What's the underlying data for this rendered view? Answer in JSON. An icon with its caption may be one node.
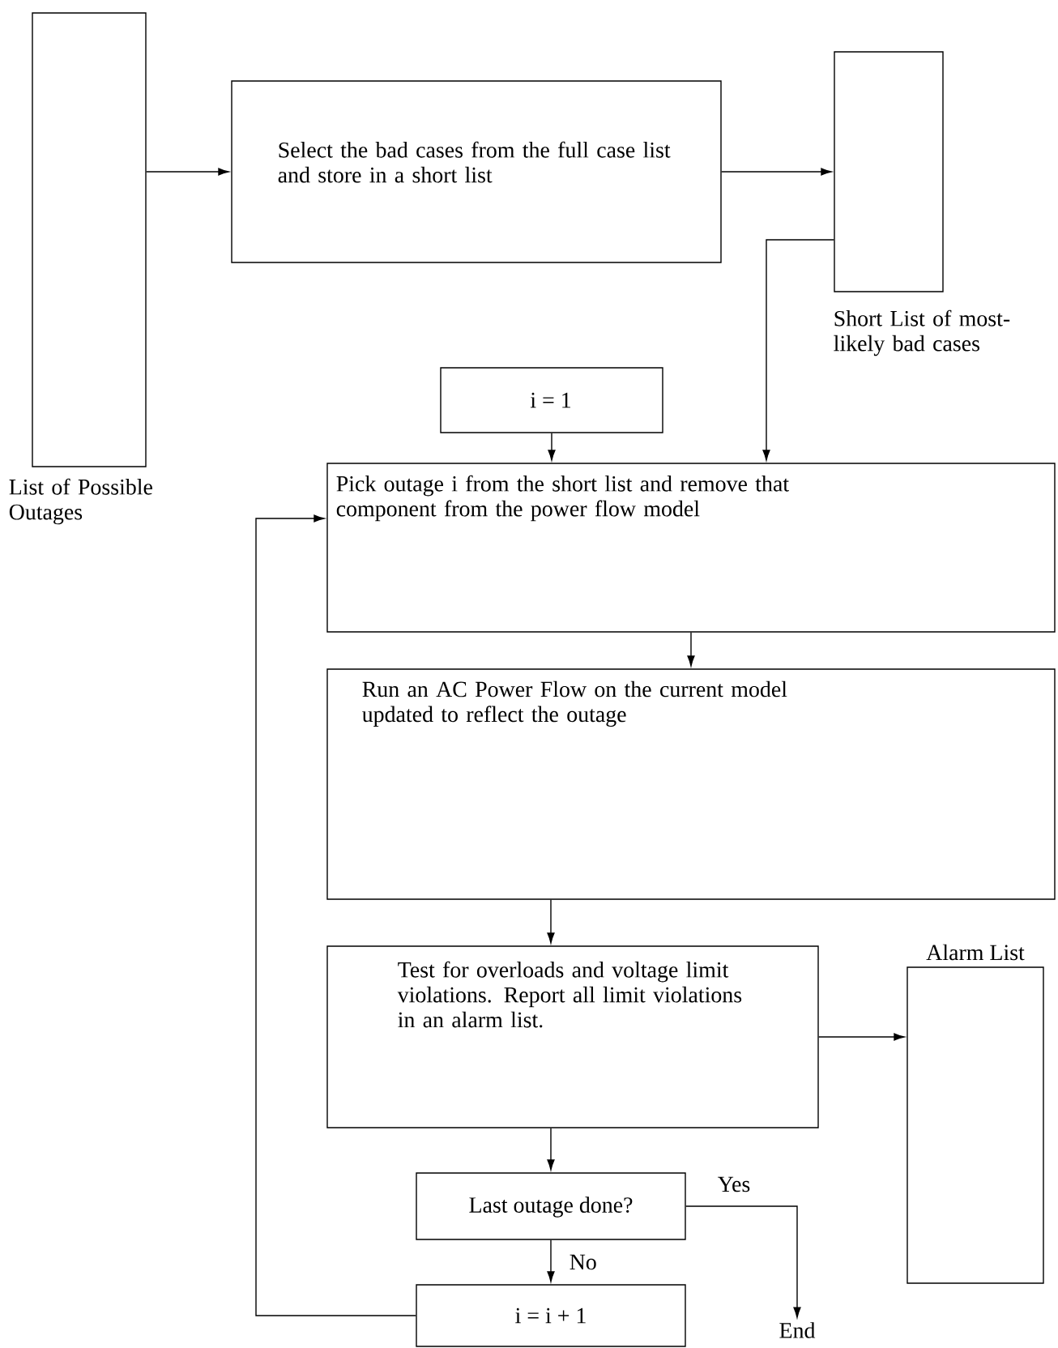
{
  "diagram": {
    "nodes": [
      {
        "text": [
          "List of Possible Outages"
        ]
      },
      {
        "text": [
          "Select the bad cases from the full case list and store in a short list"
        ]
      },
      {
        "text": [
          "Short List of most-likely bad cases"
        ]
      },
      {
        "text": [
          "i = 1"
        ]
      },
      {
        "text": [
          "Pick outage i from the short list and remove that component from the power flow model"
        ]
      },
      {
        "text": [
          "Run an AC Power Flow on the current model updated to reflect the outage"
        ]
      },
      {
        "text": [
          "Test for overloads and voltage limit violations. Report all limit violations in an alarm list."
        ]
      },
      {
        "text": [
          "Alarm List"
        ]
      },
      {
        "text": [
          "Last outage done?"
        ]
      },
      {
        "text": [
          "i = i + 1"
        ]
      },
      {
        "text": [
          "End"
        ]
      }
    ],
    "edges": [
      {
        "from": 0,
        "to": 1,
        "arrow": "to"
      },
      {
        "from": 1,
        "to": 2,
        "arrow": "to"
      },
      {
        "from": 2,
        "to": 4,
        "arrow": "to"
      },
      {
        "from": 3,
        "to": 4,
        "arrow": "to"
      },
      {
        "from": 4,
        "to": 5,
        "arrow": "to"
      },
      {
        "from": 5,
        "to": 6,
        "arrow": "to"
      },
      {
        "from": 6,
        "to": 7,
        "arrow": "to"
      },
      {
        "from": 6,
        "to": 8,
        "arrow": "to"
      },
      {
        "from": 8,
        "to": 10,
        "arrow": "to",
        "label": "Yes"
      },
      {
        "from": 8,
        "to": 9,
        "arrow": "to",
        "label": "No"
      },
      {
        "from": 9,
        "to": 4,
        "arrow": "to"
      }
    ]
  }
}
